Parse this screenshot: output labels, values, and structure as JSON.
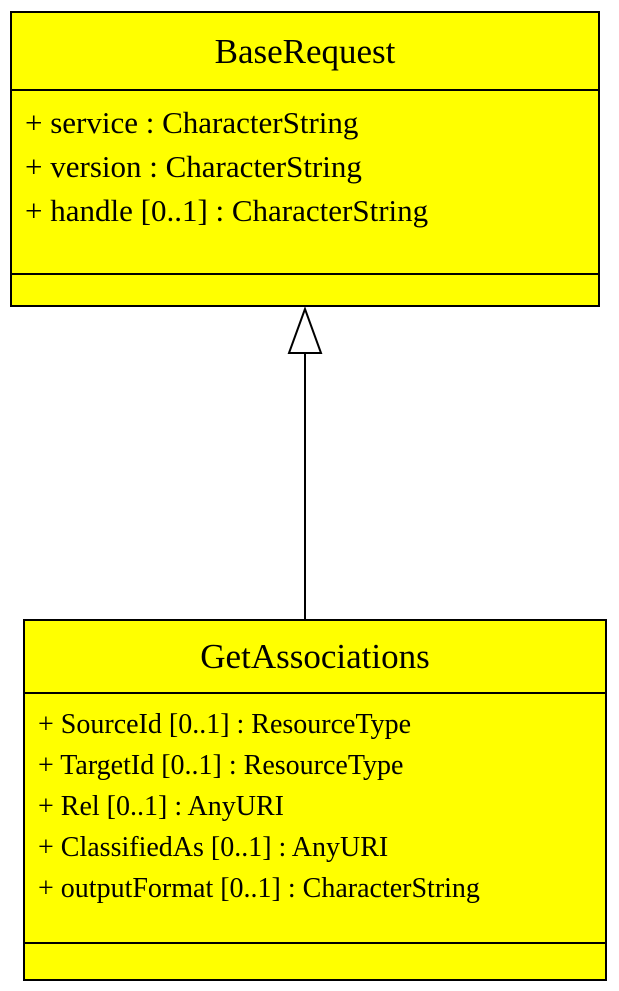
{
  "colors": {
    "class_fill": "#ffff00",
    "line": "#000000",
    "arrowhead_fill": "#ffffff"
  },
  "classes": {
    "base_request": {
      "name": "BaseRequest",
      "attributes": [
        "+ service : CharacterString",
        "+ version : CharacterString",
        "+ handle [0..1] : CharacterString"
      ],
      "operations": []
    },
    "get_associations": {
      "name": "GetAssociations",
      "attributes": [
        "+ SourceId [0..1] : ResourceType",
        "+ TargetId [0..1] : ResourceType",
        "+ Rel [0..1] : AnyURI",
        "+ ClassifiedAs [0..1] : AnyURI",
        "+ outputFormat [0..1] : CharacterString"
      ],
      "operations": []
    }
  },
  "relationships": [
    {
      "type": "generalization",
      "from": "GetAssociations",
      "to": "BaseRequest"
    }
  ]
}
